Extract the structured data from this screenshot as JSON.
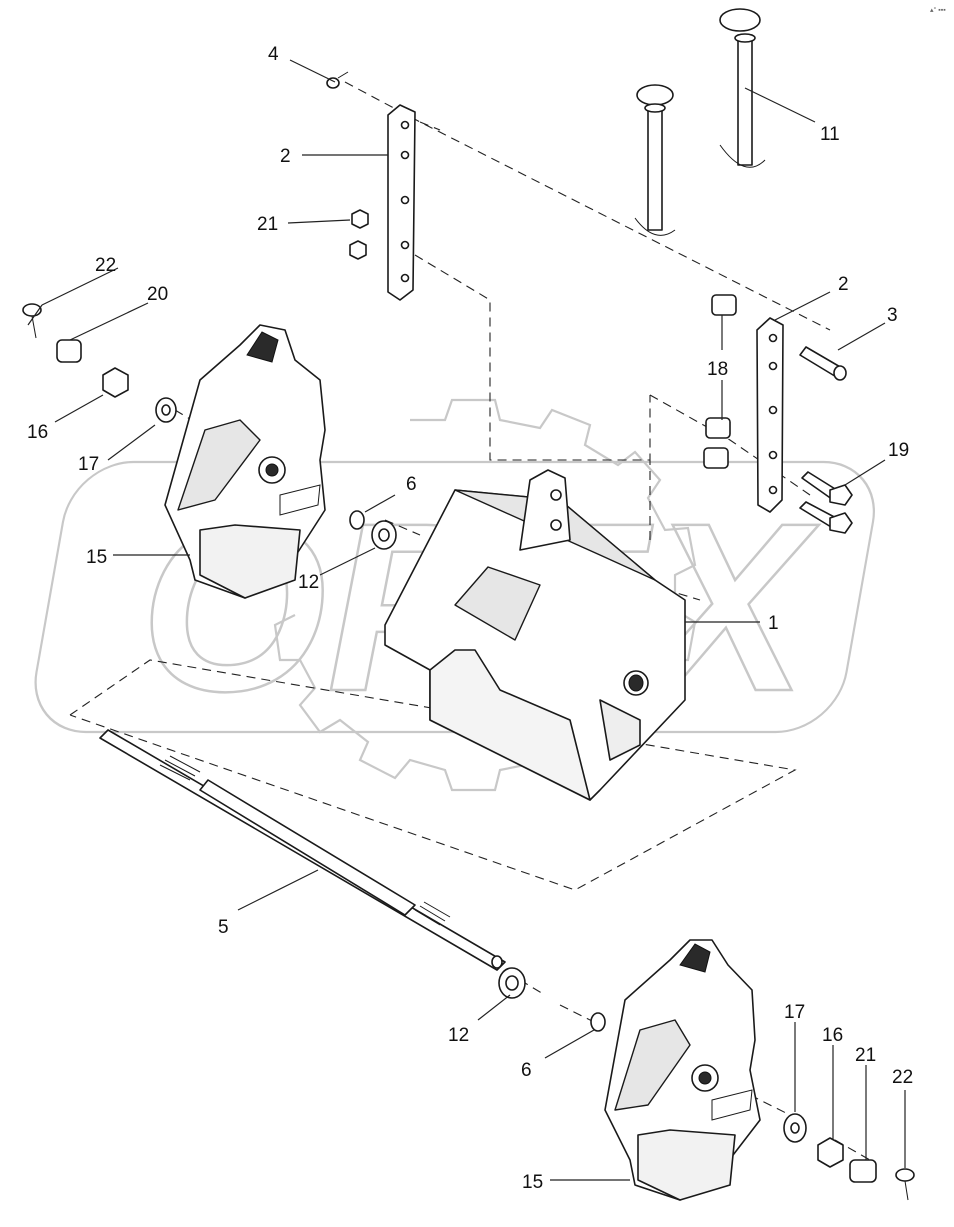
{
  "watermark": {
    "text": "OPEX"
  },
  "corner_mark": "▴° ▪▪▪",
  "labels": [
    {
      "id": "l1",
      "text": "1"
    },
    {
      "id": "l2a",
      "text": "2"
    },
    {
      "id": "l2b",
      "text": "2"
    },
    {
      "id": "l3",
      "text": "3"
    },
    {
      "id": "l4",
      "text": "4"
    },
    {
      "id": "l5",
      "text": "5"
    },
    {
      "id": "l6a",
      "text": "6"
    },
    {
      "id": "l6b",
      "text": "6"
    },
    {
      "id": "l11",
      "text": "11"
    },
    {
      "id": "l12a",
      "text": "12"
    },
    {
      "id": "l12b",
      "text": "12"
    },
    {
      "id": "l15a",
      "text": "15"
    },
    {
      "id": "l15b",
      "text": "15"
    },
    {
      "id": "l16a",
      "text": "16"
    },
    {
      "id": "l16b",
      "text": "16"
    },
    {
      "id": "l17a",
      "text": "17"
    },
    {
      "id": "l17b",
      "text": "17"
    },
    {
      "id": "l18",
      "text": "18"
    },
    {
      "id": "l19",
      "text": "19"
    },
    {
      "id": "l20",
      "text": "20"
    },
    {
      "id": "l21a",
      "text": "21"
    },
    {
      "id": "l21b",
      "text": "21"
    },
    {
      "id": "l22a",
      "text": "22"
    },
    {
      "id": "l22b",
      "text": "22"
    }
  ]
}
